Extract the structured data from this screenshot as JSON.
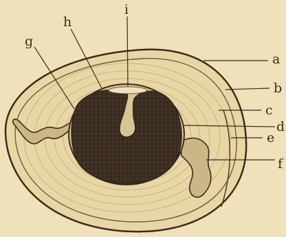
{
  "labels": [
    {
      "id": "i",
      "text": "i"
    },
    {
      "id": "h",
      "text": "h"
    },
    {
      "id": "g",
      "text": "g"
    },
    {
      "id": "a",
      "text": "a"
    },
    {
      "id": "b",
      "text": "b"
    },
    {
      "id": "c",
      "text": "c"
    },
    {
      "id": "d",
      "text": "d"
    },
    {
      "id": "e",
      "text": "e"
    },
    {
      "id": "f",
      "text": "f"
    }
  ],
  "colors": {
    "paper": "#efe1ba",
    "egg_fill": "#e9d7a6",
    "ink": "#3a2b1c",
    "yolk": "#3d2e22",
    "membrane": "#d8c595"
  }
}
